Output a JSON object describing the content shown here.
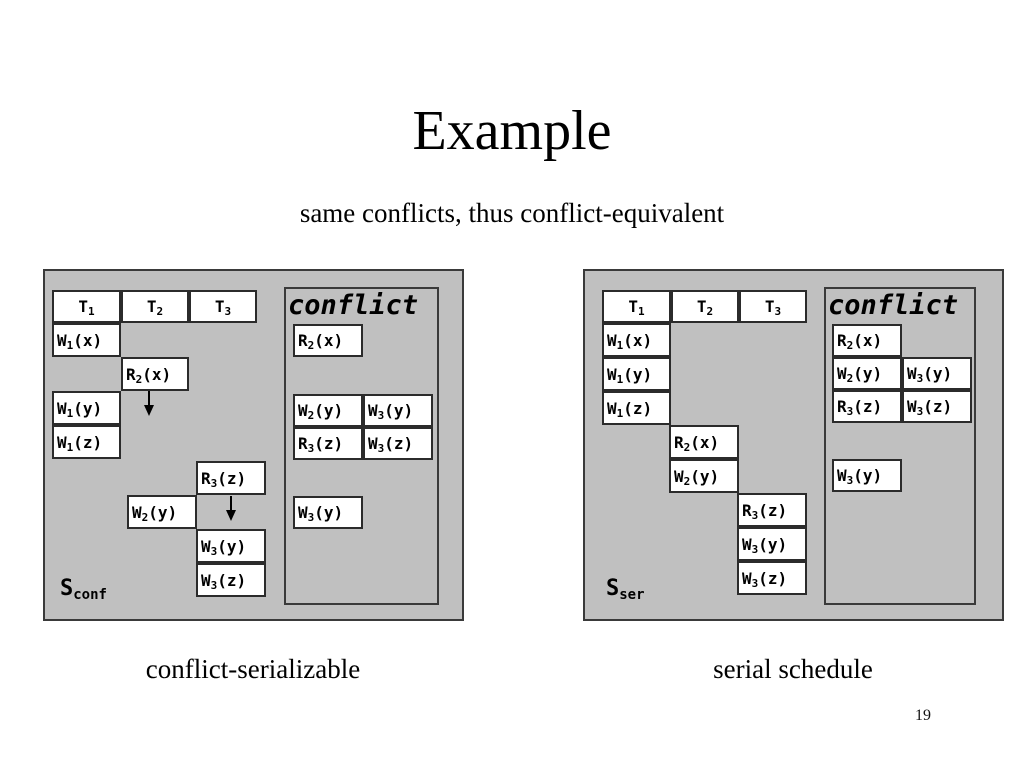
{
  "slide": {
    "title": "Example",
    "subtitle": "same conflicts, thus conflict-equivalent",
    "page_number": "19",
    "background_color": "#ffffff",
    "panel_color": "#c0c0c0",
    "cell_color": "#ffffff",
    "border_color": "#2b2b2b"
  },
  "left_panel": {
    "schedule_label": "S",
    "schedule_label_sub": "conf",
    "caption": "conflict-serializable",
    "columns": [
      {
        "label": "T",
        "sub": "1"
      },
      {
        "label": "T",
        "sub": "2"
      },
      {
        "label": "T",
        "sub": "3"
      }
    ],
    "operations": [
      {
        "op": "W",
        "sub": "1",
        "arg": "(x)",
        "text": "W1(x)",
        "column": 1,
        "row": 1
      },
      {
        "op": "R",
        "sub": "2",
        "arg": "(x)",
        "text": "R2(x)",
        "column": 2,
        "row": 2
      },
      {
        "op": "W",
        "sub": "1",
        "arg": "(y)",
        "text": "W1(y)",
        "column": 1,
        "row": 3
      },
      {
        "op": "W",
        "sub": "1",
        "arg": "(z)",
        "text": "W1(z)",
        "column": 1,
        "row": 4
      },
      {
        "op": "R",
        "sub": "3",
        "arg": "(z)",
        "text": "R3(z)",
        "column": 3,
        "row": 5
      },
      {
        "op": "W",
        "sub": "2",
        "arg": "(y)",
        "text": "W2(y)",
        "column": 2,
        "row": 6
      },
      {
        "op": "W",
        "sub": "3",
        "arg": "(y)",
        "text": "W3(y)",
        "column": 3,
        "row": 7
      },
      {
        "op": "W",
        "sub": "3",
        "arg": "(z)",
        "text": "W3(z)",
        "column": 3,
        "row": 8
      }
    ],
    "arrows": [
      {
        "name": "arrow-r2x-down",
        "from": "R2(x)",
        "direction": "down"
      },
      {
        "name": "arrow-r3z-down",
        "from": "R3(z)",
        "direction": "down"
      }
    ],
    "conflict": {
      "title": "conflict",
      "groups": [
        {
          "rows": [
            [
              {
                "op": "R",
                "sub": "2",
                "arg": "(x)",
                "text": "R2(x)"
              }
            ]
          ]
        },
        {
          "rows": [
            [
              {
                "op": "W",
                "sub": "2",
                "arg": "(y)",
                "text": "W2(y)"
              },
              {
                "op": "W",
                "sub": "3",
                "arg": "(y)",
                "text": "W3(y)"
              }
            ],
            [
              {
                "op": "R",
                "sub": "3",
                "arg": "(z)",
                "text": "R3(z)"
              },
              {
                "op": "W",
                "sub": "3",
                "arg": "(z)",
                "text": "W3(z)"
              }
            ]
          ]
        },
        {
          "rows": [
            [
              {
                "op": "W",
                "sub": "3",
                "arg": "(y)",
                "text": "W3(y)"
              }
            ]
          ]
        }
      ]
    }
  },
  "right_panel": {
    "schedule_label": "S",
    "schedule_label_sub": "ser",
    "caption": "serial schedule",
    "columns": [
      {
        "label": "T",
        "sub": "1"
      },
      {
        "label": "T",
        "sub": "2"
      },
      {
        "label": "T",
        "sub": "3"
      }
    ],
    "operations": [
      {
        "op": "W",
        "sub": "1",
        "arg": "(x)",
        "text": "W1(x)",
        "column": 1,
        "row": 1
      },
      {
        "op": "W",
        "sub": "1",
        "arg": "(y)",
        "text": "W1(y)",
        "column": 1,
        "row": 2
      },
      {
        "op": "W",
        "sub": "1",
        "arg": "(z)",
        "text": "W1(z)",
        "column": 1,
        "row": 3
      },
      {
        "op": "R",
        "sub": "2",
        "arg": "(x)",
        "text": "R2(x)",
        "column": 2,
        "row": 4
      },
      {
        "op": "W",
        "sub": "2",
        "arg": "(y)",
        "text": "W2(y)",
        "column": 2,
        "row": 5
      },
      {
        "op": "R",
        "sub": "3",
        "arg": "(z)",
        "text": "R3(z)",
        "column": 3,
        "row": 6
      },
      {
        "op": "W",
        "sub": "3",
        "arg": "(y)",
        "text": "W3(y)",
        "column": 3,
        "row": 7
      },
      {
        "op": "W",
        "sub": "3",
        "arg": "(z)",
        "text": "W3(z)",
        "column": 3,
        "row": 8
      }
    ],
    "arrows": [],
    "conflict": {
      "title": "conflict",
      "groups": [
        {
          "rows": [
            [
              {
                "op": "R",
                "sub": "2",
                "arg": "(x)",
                "text": "R2(x)"
              }
            ],
            [
              {
                "op": "W",
                "sub": "2",
                "arg": "(y)",
                "text": "W2(y)"
              },
              {
                "op": "W",
                "sub": "3",
                "arg": "(y)",
                "text": "W3(y)"
              }
            ],
            [
              {
                "op": "R",
                "sub": "3",
                "arg": "(z)",
                "text": "R3(z)"
              },
              {
                "op": "W",
                "sub": "3",
                "arg": "(z)",
                "text": "W3(z)"
              }
            ]
          ]
        },
        {
          "rows": [
            [
              {
                "op": "W",
                "sub": "3",
                "arg": "(y)",
                "text": "W3(y)"
              }
            ]
          ]
        }
      ]
    }
  }
}
